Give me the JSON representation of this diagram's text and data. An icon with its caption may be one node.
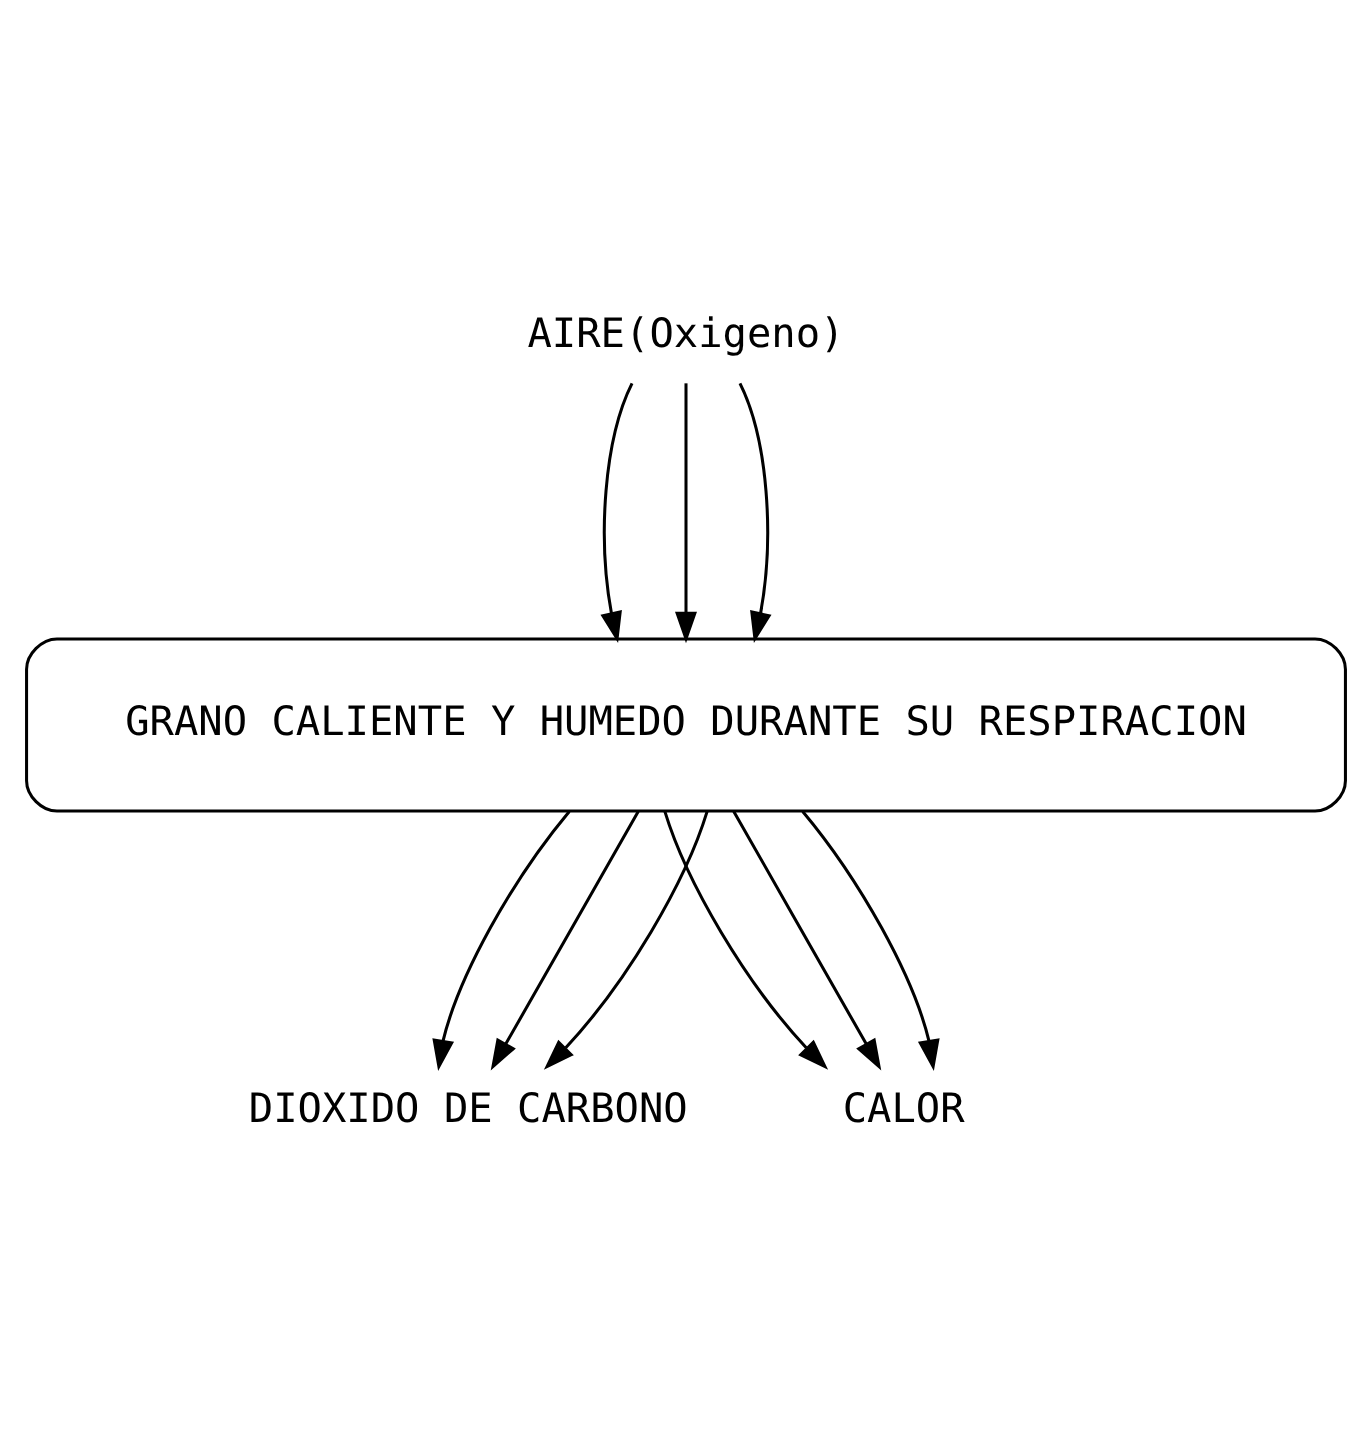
{
  "diagram": {
    "nodes": [
      {
        "text": [
          "AIRE(Oxigeno)"
        ]
      },
      {
        "text": [
          "GRANO CALIENTE Y HUMEDO DURANTE SU RESPIRACION"
        ]
      },
      {
        "text": [
          "DIOXIDO DE CARBONO"
        ]
      },
      {
        "text": [
          "CALOR"
        ]
      }
    ],
    "edges": [
      {
        "from": 0,
        "to": 1,
        "arrow": "to"
      },
      {
        "from": 0,
        "to": 1,
        "arrow": "to"
      },
      {
        "from": 0,
        "to": 1,
        "arrow": "to"
      },
      {
        "from": 1,
        "to": 2,
        "arrow": "to"
      },
      {
        "from": 1,
        "to": 2,
        "arrow": "to"
      },
      {
        "from": 1,
        "to": 2,
        "arrow": "to"
      },
      {
        "from": 1,
        "to": 3,
        "arrow": "to"
      },
      {
        "from": 1,
        "to": 3,
        "arrow": "to"
      },
      {
        "from": 1,
        "to": 3,
        "arrow": "to"
      }
    ]
  }
}
